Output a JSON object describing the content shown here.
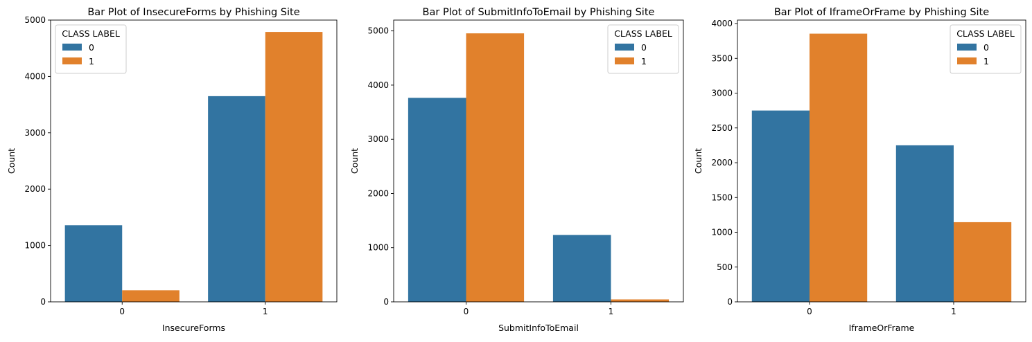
{
  "colors": {
    "class_0": "#3274a1",
    "class_1": "#e1812c"
  },
  "chart_data": [
    {
      "type": "bar",
      "title": "Bar Plot of InsecureForms by Phishing Site",
      "xlabel": "InsecureForms",
      "ylabel": "Count",
      "categories": [
        "0",
        "1"
      ],
      "series": [
        {
          "name": "0",
          "values": [
            1360,
            3650
          ]
        },
        {
          "name": "1",
          "values": [
            205,
            4790
          ]
        }
      ],
      "ylim": [
        0,
        5000
      ],
      "yticks": [
        0,
        1000,
        2000,
        3000,
        4000,
        5000
      ],
      "legend": {
        "title": "CLASS LABEL",
        "placement": "top-left"
      },
      "grid": false
    },
    {
      "type": "bar",
      "title": "Bar Plot of SubmitInfoToEmail by Phishing Site",
      "xlabel": "SubmitInfoToEmail",
      "ylabel": "Count",
      "categories": [
        "0",
        "1"
      ],
      "series": [
        {
          "name": "0",
          "values": [
            3765,
            1235
          ]
        },
        {
          "name": "1",
          "values": [
            4955,
            45
          ]
        }
      ],
      "ylim": [
        0,
        5200
      ],
      "yticks": [
        0,
        1000,
        2000,
        3000,
        4000,
        5000
      ],
      "legend": {
        "title": "CLASS LABEL",
        "placement": "top-right"
      },
      "grid": false
    },
    {
      "type": "bar",
      "title": "Bar Plot of IframeOrFrame by Phishing Site",
      "xlabel": "IframeOrFrame",
      "ylabel": "Count",
      "categories": [
        "0",
        "1"
      ],
      "series": [
        {
          "name": "0",
          "values": [
            2750,
            2250
          ]
        },
        {
          "name": "1",
          "values": [
            3855,
            1145
          ]
        }
      ],
      "ylim": [
        0,
        4050
      ],
      "yticks": [
        0,
        500,
        1000,
        1500,
        2000,
        2500,
        3000,
        3500,
        4000
      ],
      "legend": {
        "title": "CLASS LABEL",
        "placement": "top-right"
      },
      "grid": false
    }
  ]
}
